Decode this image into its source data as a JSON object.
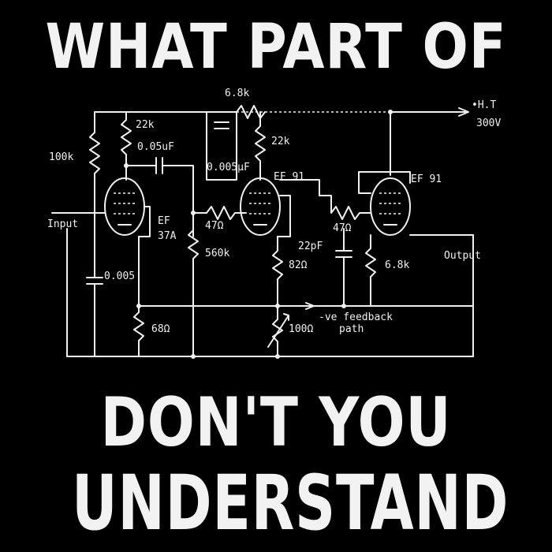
{
  "headline": {
    "top": "WHAT PART OF",
    "middle": "DON'T YOU",
    "bottom": "UNDERSTAND"
  },
  "circuit": {
    "labels": {
      "r_68k_top": "6.8k",
      "ht": "•H.T",
      "v300": "300V",
      "r_22k_a": "22k",
      "c_005uf": "0.05uF",
      "r_100k": "100k",
      "c_0005uf": "0.005µF",
      "r_22k_b": "22k",
      "ef91_a": "EF 91",
      "ef91_b": "EF 91",
      "input": "Input",
      "ef": "EF",
      "ef37a": "37A",
      "r_47_a": "47Ω",
      "r_47_b": "47Ω",
      "c_22pf": "22pF",
      "r_560k": "560k",
      "r_82": "82Ω",
      "r_68k_out": "6.8k",
      "output": "Output",
      "c_0005": "0.005",
      "feedback": "-ve feedback",
      "path": "path",
      "r_68": "68Ω",
      "r_100": "100Ω"
    }
  }
}
